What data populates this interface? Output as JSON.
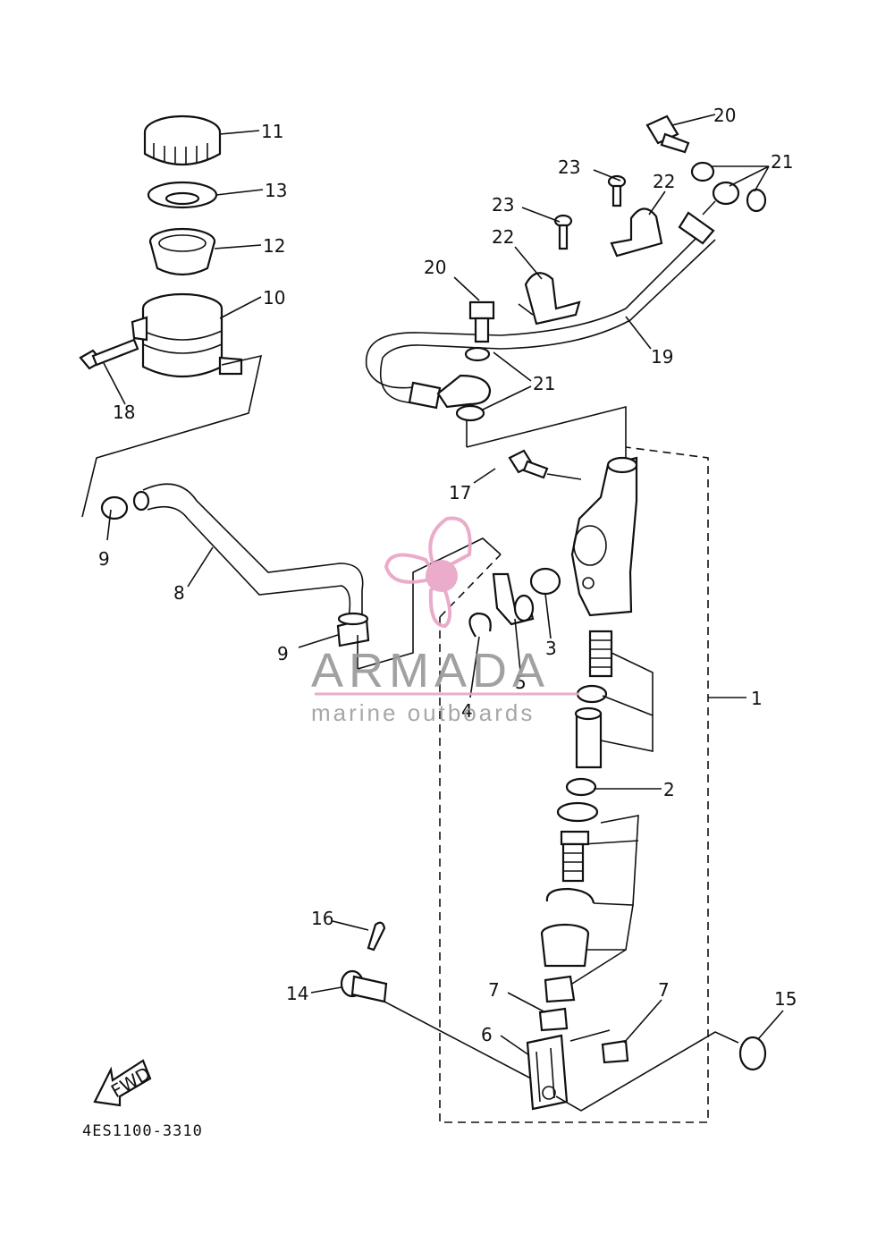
{
  "callouts": [
    {
      "id": "1",
      "label": "1"
    },
    {
      "id": "2",
      "label": "2"
    },
    {
      "id": "3",
      "label": "3"
    },
    {
      "id": "4",
      "label": "4"
    },
    {
      "id": "5",
      "label": "5"
    },
    {
      "id": "6",
      "label": "6"
    },
    {
      "id": "7a",
      "label": "7"
    },
    {
      "id": "7b",
      "label": "7"
    },
    {
      "id": "8",
      "label": "8"
    },
    {
      "id": "9a",
      "label": "9"
    },
    {
      "id": "9b",
      "label": "9"
    },
    {
      "id": "10",
      "label": "10"
    },
    {
      "id": "11",
      "label": "11"
    },
    {
      "id": "12",
      "label": "12"
    },
    {
      "id": "13",
      "label": "13"
    },
    {
      "id": "14",
      "label": "14"
    },
    {
      "id": "15",
      "label": "15"
    },
    {
      "id": "16",
      "label": "16"
    },
    {
      "id": "17",
      "label": "17"
    },
    {
      "id": "18",
      "label": "18"
    },
    {
      "id": "19",
      "label": "19"
    },
    {
      "id": "20a",
      "label": "20"
    },
    {
      "id": "20b",
      "label": "20"
    },
    {
      "id": "21a",
      "label": "21"
    },
    {
      "id": "21b",
      "label": "21"
    },
    {
      "id": "22a",
      "label": "22"
    },
    {
      "id": "22b",
      "label": "22"
    },
    {
      "id": "23a",
      "label": "23"
    },
    {
      "id": "23b",
      "label": "23"
    }
  ],
  "diagram_code": "4ES1100-3310",
  "fwd_label": "FWD",
  "watermark": {
    "brand": "ARMADA",
    "tagline": "marine outboards",
    "brand_color": "#e9a6c6"
  }
}
